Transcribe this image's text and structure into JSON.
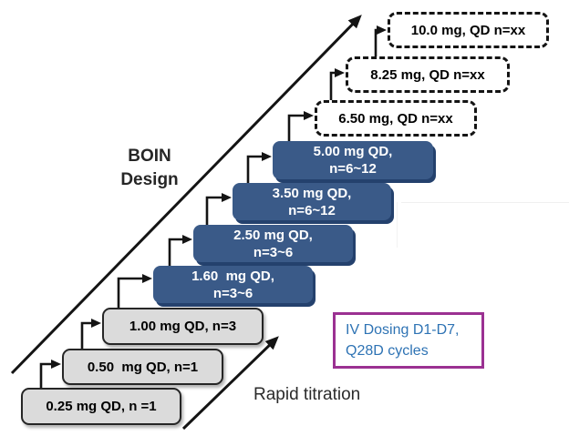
{
  "diagram": {
    "design_label": {
      "line1": "BOIN",
      "line2": "Design"
    },
    "rapid_titration_label": "Rapid titration",
    "iv_note": {
      "line1": "IV Dosing D1-D7,",
      "line2": "Q28D cycles"
    }
  },
  "boxes": [
    {
      "id": "dose-0-25",
      "style": "gray",
      "line1": "0.25 mg QD, n =1"
    },
    {
      "id": "dose-0-50",
      "style": "gray",
      "line1": "0.50  mg QD, n=1"
    },
    {
      "id": "dose-1-00",
      "style": "gray",
      "line1": "1.00 mg QD, n=3"
    },
    {
      "id": "dose-1-60",
      "style": "blue",
      "line1": "1.60  mg QD,",
      "line2": "n=3~6"
    },
    {
      "id": "dose-2-50",
      "style": "blue",
      "line1": "2.50 mg QD,",
      "line2": "n=3~6"
    },
    {
      "id": "dose-3-50",
      "style": "blue",
      "line1": "3.50 mg QD,",
      "line2": "n=6~12"
    },
    {
      "id": "dose-5-00",
      "style": "blue",
      "line1": "5.00 mg QD,",
      "line2": "n=6~12"
    },
    {
      "id": "dose-6-50",
      "style": "dashed",
      "line1": "6.50 mg, QD n=xx"
    },
    {
      "id": "dose-8-25",
      "style": "dashed",
      "line1": "8.25 mg, QD n=xx"
    },
    {
      "id": "dose-10-0",
      "style": "dashed",
      "line1": "10.0 mg, QD n=xx"
    }
  ],
  "colors": {
    "blue_box": "#3A5A88",
    "blue_box_shadow": "#24416D",
    "gray_box": "#DBDBDB",
    "box_border": "#262626",
    "dashed_border": "#141414",
    "arrow": "#141414",
    "purple_border": "#9B3192",
    "iv_text": "#2E73B4"
  }
}
